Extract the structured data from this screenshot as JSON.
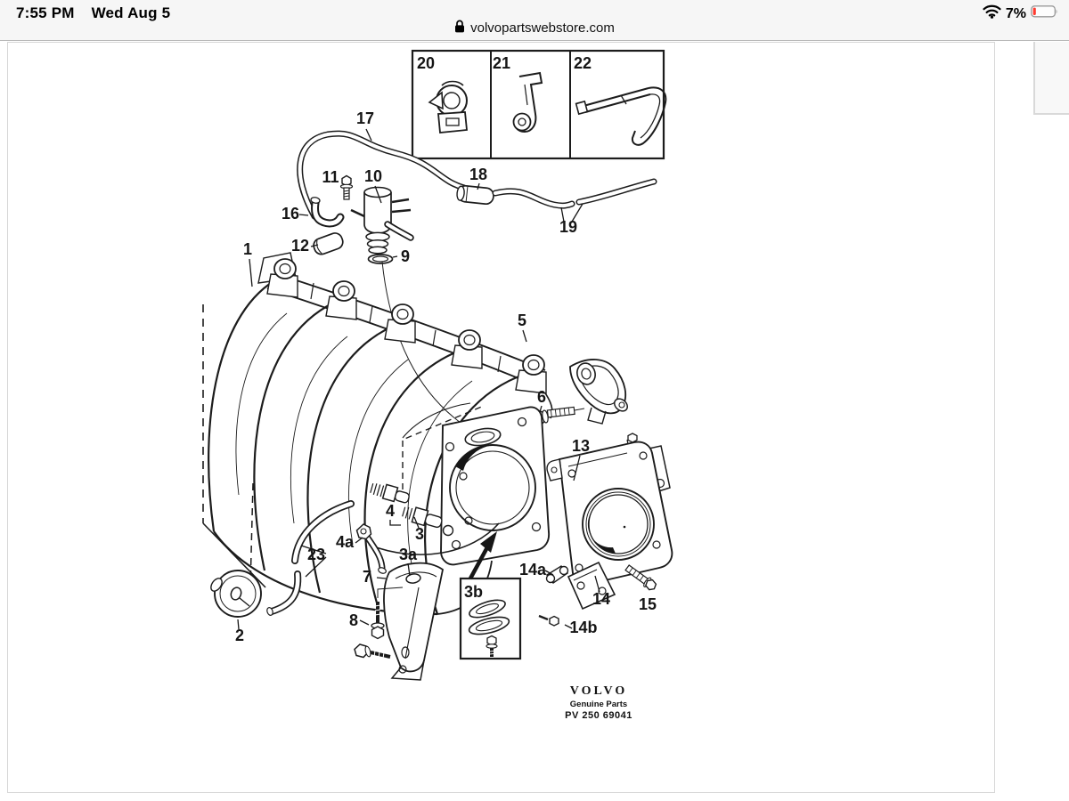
{
  "status_bar": {
    "time": "7:55 PM",
    "date": "Wed Aug 5",
    "battery_percent": "7%",
    "icons": {
      "wifi": "wifi-icon",
      "battery": "battery-low-icon"
    }
  },
  "url_bar": {
    "domain": "volvopartswebstore.com",
    "lock_icon": "lock-icon"
  },
  "diagram": {
    "description": "Volvo intake manifold exploded parts diagram",
    "labels": [
      {
        "id": "20",
        "text": "20"
      },
      {
        "id": "21",
        "text": "21"
      },
      {
        "id": "22",
        "text": "22"
      },
      {
        "id": "17",
        "text": "17"
      },
      {
        "id": "11",
        "text": "11"
      },
      {
        "id": "10",
        "text": "10"
      },
      {
        "id": "18",
        "text": "18"
      },
      {
        "id": "16",
        "text": "16"
      },
      {
        "id": "12",
        "text": "12"
      },
      {
        "id": "9",
        "text": "9"
      },
      {
        "id": "19",
        "text": "19"
      },
      {
        "id": "1",
        "text": "1"
      },
      {
        "id": "5",
        "text": "5"
      },
      {
        "id": "6",
        "text": "6"
      },
      {
        "id": "13",
        "text": "13"
      },
      {
        "id": "4",
        "text": "4"
      },
      {
        "id": "3",
        "text": "3"
      },
      {
        "id": "4a",
        "text": "4a"
      },
      {
        "id": "23",
        "text": "23"
      },
      {
        "id": "3a",
        "text": "3a"
      },
      {
        "id": "7",
        "text": "7"
      },
      {
        "id": "3b",
        "text": "3b"
      },
      {
        "id": "14a",
        "text": "14a"
      },
      {
        "id": "14",
        "text": "14"
      },
      {
        "id": "15",
        "text": "15"
      },
      {
        "id": "8",
        "text": "8"
      },
      {
        "id": "2",
        "text": "2"
      },
      {
        "id": "14b",
        "text": "14b"
      }
    ],
    "logo": {
      "brand": "VOLVO",
      "line1": "Genuine Parts",
      "line2": "PV 250 69041"
    }
  },
  "colors": {
    "line": "#1c1c1c",
    "bar_background": "#f6f6f6",
    "bar_border": "#b9b9b9",
    "content_border": "#d7d7d7",
    "battery_red": "#ff3b30"
  }
}
